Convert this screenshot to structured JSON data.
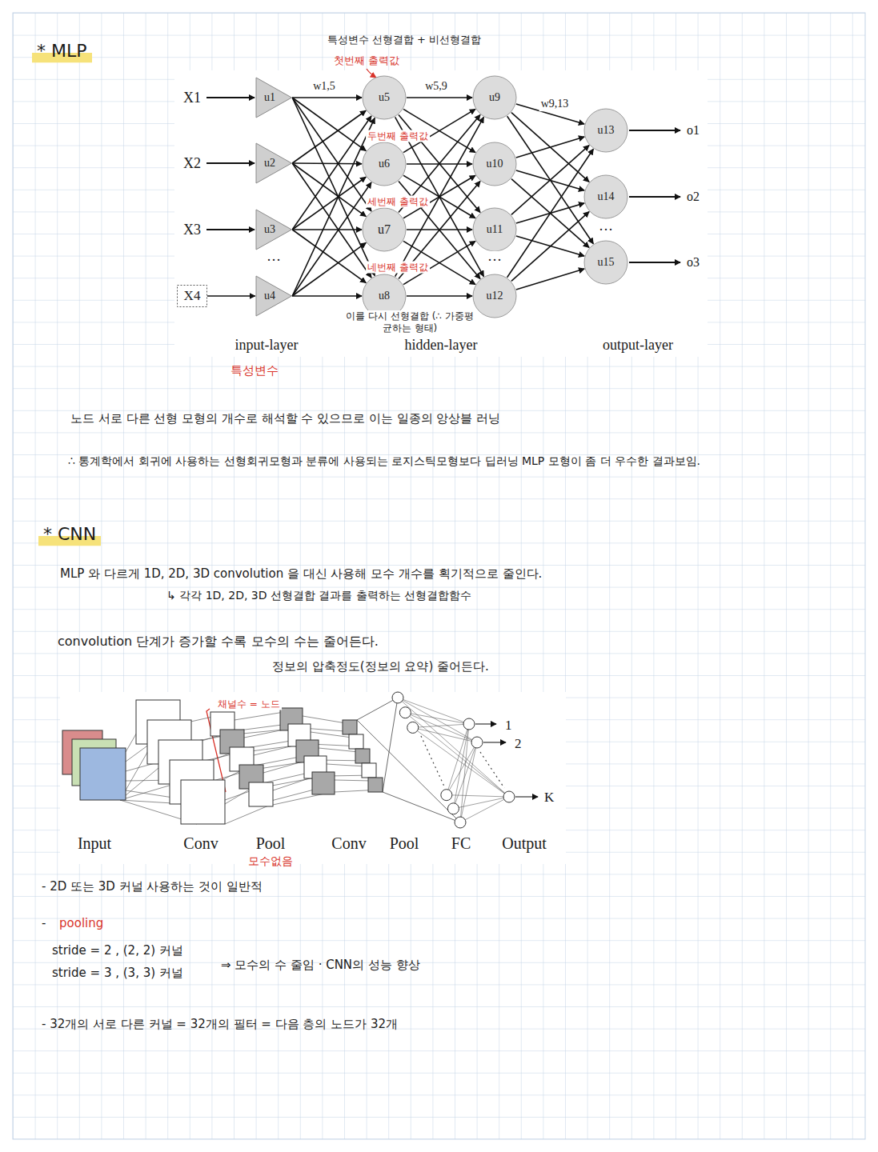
{
  "diagram": {
    "nodes": [
      {
        "text": [
          "u1"
        ]
      },
      {
        "text": [
          "u2"
        ]
      },
      {
        "text": [
          "u3"
        ]
      },
      {
        "text": [
          "u4"
        ]
      },
      {
        "text": [
          "u5"
        ]
      },
      {
        "text": [
          "u6"
        ]
      },
      {
        "text": [
          "u7"
        ]
      },
      {
        "text": [
          "u8"
        ]
      },
      {
        "text": [
          "u9"
        ]
      },
      {
        "text": [
          "u10"
        ]
      },
      {
        "text": [
          "u11"
        ]
      },
      {
        "text": [
          "u12"
        ]
      },
      {
        "text": [
          "u13"
        ]
      },
      {
        "text": [
          "u14"
        ]
      },
      {
        "text": [
          "u15"
        ]
      },
      {
        "text": [
          "X4"
        ]
      }
    ],
    "edges": [
      {
        "from": 0,
        "to": 4,
        "arrow": "to"
      },
      {
        "from": 0,
        "to": 5,
        "arrow": "to"
      },
      {
        "from": 0,
        "to": 6,
        "arrow": "to"
      },
      {
        "from": 0,
        "to": 7,
        "arrow": "to"
      },
      {
        "from": 1,
        "to": 4,
        "arrow": "to"
      },
      {
        "from": 1,
        "to": 5,
        "arrow": "to"
      },
      {
        "from": 1,
        "to": 6,
        "arrow": "to"
      },
      {
        "from": 1,
        "to": 7,
        "arrow": "to"
      },
      {
        "from": 2,
        "to": 4,
        "arrow": "to"
      },
      {
        "from": 2,
        "to": 5,
        "arrow": "to"
      },
      {
        "from": 2,
        "to": 6,
        "arrow": "to"
      },
      {
        "from": 2,
        "to": 7,
        "arrow": "to"
      },
      {
        "from": 3,
        "to": 4,
        "arrow": "to"
      },
      {
        "from": 3,
        "to": 5,
        "arrow": "to"
      },
      {
        "from": 3,
        "to": 6,
        "arrow": "to"
      },
      {
        "from": 3,
        "to": 7,
        "arrow": "to"
      },
      {
        "from": 4,
        "to": 8,
        "arrow": "to"
      },
      {
        "from": 4,
        "to": 9,
        "arrow": "to"
      },
      {
        "from": 4,
        "to": 10,
        "arrow": "to"
      },
      {
        "from": 4,
        "to": 11,
        "arrow": "to"
      },
      {
        "from": 5,
        "to": 8,
        "arrow": "to"
      },
      {
        "from": 5,
        "to": 9,
        "arrow": "to"
      },
      {
        "from": 5,
        "to": 10,
        "arrow": "to"
      },
      {
        "from": 5,
        "to": 11,
        "arrow": "to"
      },
      {
        "from": 6,
        "to": 8,
        "arrow": "to"
      },
      {
        "from": 6,
        "to": 9,
        "arrow": "to"
      },
      {
        "from": 6,
        "to": 10,
        "arrow": "to"
      },
      {
        "from": 6,
        "to": 11,
        "arrow": "to"
      },
      {
        "from": 7,
        "to": 8,
        "arrow": "to"
      },
      {
        "from": 7,
        "to": 9,
        "arrow": "to"
      },
      {
        "from": 7,
        "to": 10,
        "arrow": "to"
      },
      {
        "from": 7,
        "to": 11,
        "arrow": "to"
      },
      {
        "from": 8,
        "to": 12,
        "arrow": "to"
      },
      {
        "from": 8,
        "to": 13,
        "arrow": "to"
      },
      {
        "from": 8,
        "to": 14,
        "arrow": "to"
      },
      {
        "from": 9,
        "to": 12,
        "arrow": "to"
      },
      {
        "from": 9,
        "to": 13,
        "arrow": "to"
      },
      {
        "from": 9,
        "to": 14,
        "arrow": "to"
      },
      {
        "from": 10,
        "to": 12,
        "arrow": "to"
      },
      {
        "from": 10,
        "to": 13,
        "arrow": "to"
      },
      {
        "from": 10,
        "to": 14,
        "arrow": "to"
      },
      {
        "from": 11,
        "to": 12,
        "arrow": "to"
      },
      {
        "from": 11,
        "to": 13,
        "arrow": "to"
      },
      {
        "from": 11,
        "to": 14,
        "arrow": "to"
      },
      {
        "from": 15,
        "to": 3,
        "arrow": "to"
      }
    ],
    "labels": [
      "* MLP",
      "특성변수 선형결합 + 비선형결합",
      "첫번째 출력값",
      "w1,5",
      "w5,9",
      "w9,13",
      "X1",
      "X2",
      "X3",
      "o1",
      "o2",
      "o3",
      "두번째 출력값",
      "세번째 출력값",
      "네번째 출력값",
      "···",
      "···",
      "···",
      "이를 다시 선형결합 (∴ 가중평균하는 형태)",
      "input-layer",
      "hidden-layer",
      "output-layer",
      "특성변수",
      "노드 서로 다른 선형 모형의 개수로 해석할 수 있으므로 이는 일종의 앙상블 러닝",
      "∴ 통계학에서 회귀에 사용하는 선형회귀모형과 분류에 사용되는 로지스틱모형보다 딥러닝 MLP 모형이 좀 더 우수한 결과보임.",
      "* CNN",
      "MLP 와 다르게 1D, 2D, 3D convolution 을 대신 사용해 모수 개수를 획기적으로 줄인다.",
      "↳ 각각 1D, 2D, 3D 선형결합 결과를 출력하는 선형결합함수",
      "convolution 단계가 증가할 수록 모수의 수는 줄어든다.",
      "정보의 압축정도(정보의 요약) 줄어든다.",
      "채널수 = 노드",
      "Input",
      "Conv",
      "Pool",
      "Conv",
      "Pool",
      "FC",
      "Output",
      "1",
      "2",
      "K",
      "모수없음",
      "- 2D 또는 3D 커널 사용하는 것이 일반적",
      "-",
      "pooling",
      "stride = 2 , (2, 2) 커널",
      "stride = 3 , (3, 3) 커널",
      "⇒ 모수의 수 줄임 · CNN의 성능 향상",
      "- 32개의 서로 다른 커널 = 32개의 필터 = 다음 층의 노드가 32개"
    ]
  }
}
